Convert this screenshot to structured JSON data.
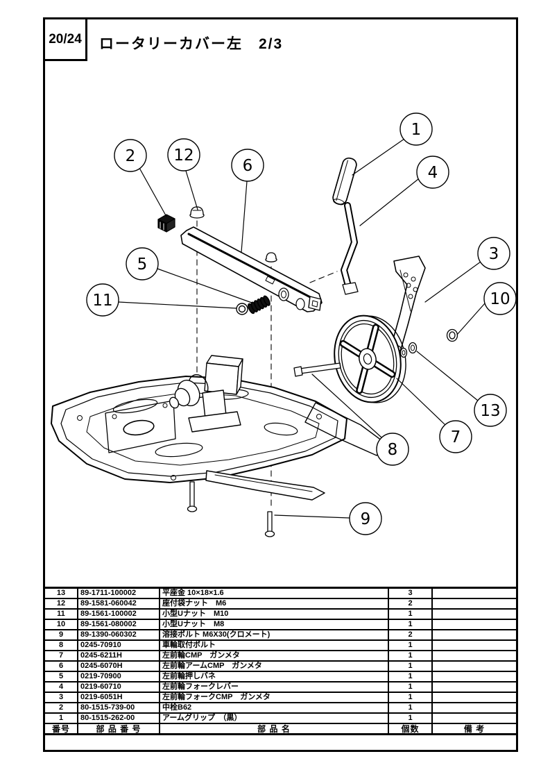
{
  "page": {
    "page_number": "20/24",
    "title": "ロータリーカバー左　2/3"
  },
  "diagram": {
    "callouts": [
      {
        "label": "1"
      },
      {
        "label": "2"
      },
      {
        "label": "3"
      },
      {
        "label": "4"
      },
      {
        "label": "5"
      },
      {
        "label": "6"
      },
      {
        "label": "7"
      },
      {
        "label": "8"
      },
      {
        "label": "9"
      },
      {
        "label": "10"
      },
      {
        "label": "11"
      },
      {
        "label": "12"
      },
      {
        "label": "13"
      }
    ],
    "line_color": "#000000"
  },
  "table": {
    "header": {
      "no": "番号",
      "part_no": "部 品 番 号",
      "name": "部 品 名",
      "qty": "個数",
      "remarks": "備  考"
    },
    "rows": [
      {
        "no": "13",
        "part_no": "89-1711-100002",
        "name": "平座金 10×18×1.6",
        "qty": "3",
        "remarks": ""
      },
      {
        "no": "12",
        "part_no": "89-1581-060042",
        "name": "座付袋ナット　M6",
        "qty": "2",
        "remarks": ""
      },
      {
        "no": "11",
        "part_no": "89-1561-100002",
        "name": "小型Uナット　M10",
        "qty": "1",
        "remarks": ""
      },
      {
        "no": "10",
        "part_no": "89-1561-080002",
        "name": "小型Uナット　M8",
        "qty": "1",
        "remarks": ""
      },
      {
        "no": "9",
        "part_no": "89-1390-060302",
        "name": "溶接ボルト M6X30(クロメート)",
        "qty": "2",
        "remarks": ""
      },
      {
        "no": "8",
        "part_no": "0245-70910",
        "name": "車輪取付ボルト",
        "qty": "1",
        "remarks": ""
      },
      {
        "no": "7",
        "part_no": "0245-6211H",
        "name": "左前輪CMP　ガンメタ",
        "qty": "1",
        "remarks": ""
      },
      {
        "no": "6",
        "part_no": "0245-6070H",
        "name": "左前輪アームCMP　ガンメタ",
        "qty": "1",
        "remarks": ""
      },
      {
        "no": "5",
        "part_no": "0219-70900",
        "name": "左前輪押しバネ",
        "qty": "1",
        "remarks": ""
      },
      {
        "no": "4",
        "part_no": "0219-60710",
        "name": "左前輪フォークレバー",
        "qty": "1",
        "remarks": ""
      },
      {
        "no": "3",
        "part_no": "0219-6051H",
        "name": "左前輪フォークCMP　ガンメタ",
        "qty": "1",
        "remarks": ""
      },
      {
        "no": "2",
        "part_no": "80-1515-739-00",
        "name": "中栓B62",
        "qty": "1",
        "remarks": ""
      },
      {
        "no": "1",
        "part_no": "80-1515-262-00",
        "name": "アームグリップ　（黒）",
        "qty": "1",
        "remarks": ""
      }
    ]
  }
}
